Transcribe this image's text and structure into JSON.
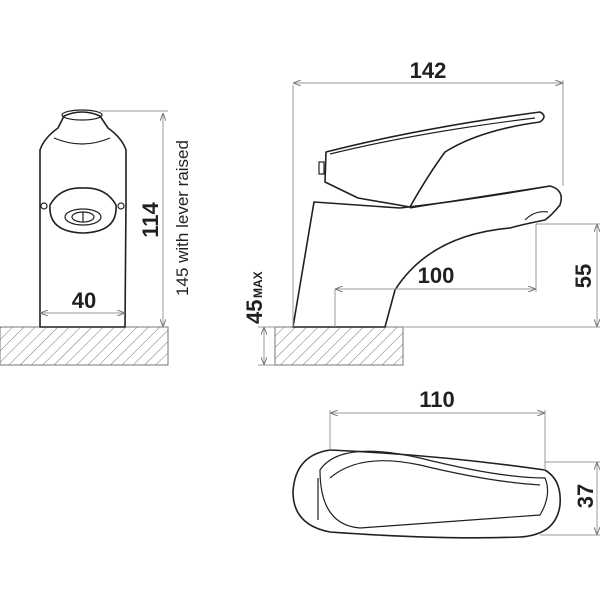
{
  "front_view": {
    "width_label": "40",
    "height_label": "114",
    "raised_label": "145 with lever raised"
  },
  "side_view": {
    "length_label": "142",
    "reach_label": "100",
    "spout_height_label": "55",
    "deck_label": "45",
    "deck_suffix": "MAX"
  },
  "top_view": {
    "length_label": "110",
    "width_label": "37"
  }
}
